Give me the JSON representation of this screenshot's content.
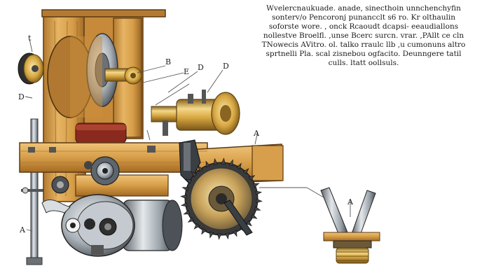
{
  "caption": {
    "lines": [
      "Wvelercnaukuade. anade, sinecthoin unnchenchyfin",
      "sonterv/o Pencoronj punancclt s6 ro. Kr olthaulin",
      "soforste wore. , onck Rcaoudt dcapsi- eeaudiallons",
      "nollestve Broelfl. ,unse Bcerc surcn. vrar. ,PAllt ce cln",
      "TNowecis AVitro. ol. talko rraulc llb ,u cumonuns altro",
      "sprtnelli Pla. scal zisnebou ogfacito. Deunngere tatil",
      "culls. ltatt oollsuls."
    ]
  },
  "labels": {
    "top_left": "t",
    "mid_left": "D",
    "bottom_left": "A",
    "callout_1": "B",
    "callout_2": "E",
    "callout_3": "D",
    "callout_4": "D",
    "callout_5": "A",
    "callout_6": "A"
  },
  "colors": {
    "wood": "#d9a24e",
    "wood_dark": "#a46a24",
    "wood_light": "#efc479",
    "brass": "#d6a640",
    "brass_light": "#f4d98a",
    "steel": "#9aa3ab",
    "steel_dark": "#5e656c",
    "steel_light": "#d8dde1",
    "red": "#8a2a1e"
  }
}
